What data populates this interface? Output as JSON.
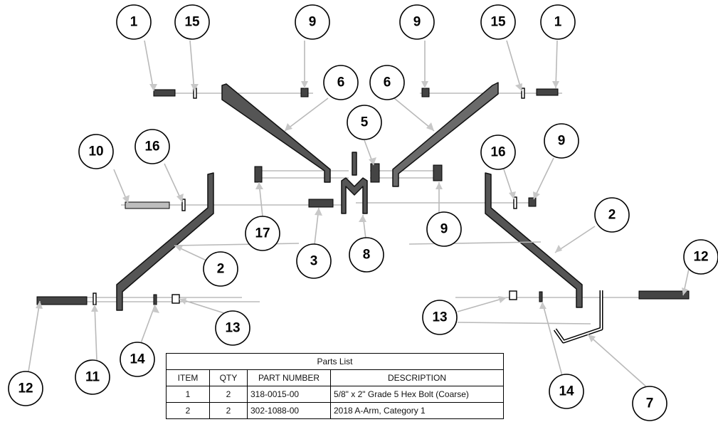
{
  "balloons": {
    "b1_left": "1",
    "b15_left": "15",
    "b9_top_left": "9",
    "b9_top_right": "9",
    "b15_right": "15",
    "b1_right": "1",
    "b6_left": "6",
    "b6_right": "6",
    "b5": "5",
    "b10": "10",
    "b16_left": "16",
    "b16_right": "16",
    "b9_right": "9",
    "b17": "17",
    "b3": "3",
    "b8": "8",
    "b9_center": "9",
    "b2_left": "2",
    "b2_right": "2",
    "b12_right": "12",
    "b13_right": "13",
    "b13_left": "13",
    "b14_left": "14",
    "b14_right": "14",
    "b11": "11",
    "b12_left": "12",
    "b7": "7"
  },
  "parts_list": {
    "title": "Parts List",
    "headers": [
      "ITEM",
      "QTY",
      "PART NUMBER",
      "DESCRIPTION"
    ],
    "rows": [
      [
        "1",
        "2",
        "318-0015-00",
        "5/8\" x 2\" Grade 5 Hex Bolt (Coarse)"
      ],
      [
        "2",
        "2",
        "302-1088-00",
        "2018 A-Arm, Category 1"
      ]
    ]
  }
}
